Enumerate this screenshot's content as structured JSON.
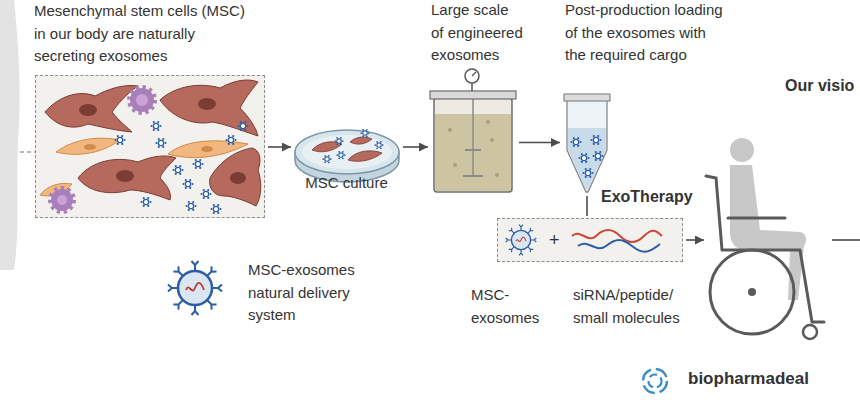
{
  "diagram": {
    "nodes": [
      {
        "text": [
          "Mesenchymal stem cells (MSC) in our body are naturally secreting exosomes"
        ]
      },
      {
        "text": [
          "MSC culture"
        ]
      },
      {
        "text": [
          "Large scale of engineered exosomes"
        ]
      },
      {
        "text": [
          "Post-production loading of the exosomes with the required cargo"
        ]
      },
      {
        "text": [
          "ExoTherapy",
          "+",
          "MSC- exosomes",
          "siRNA/peptide/ small molecules"
        ]
      },
      {
        "text": [
          "Our visio"
        ]
      }
    ],
    "edges": [
      {
        "from": 0,
        "to": 1,
        "arrow": "to"
      },
      {
        "from": 1,
        "to": 2,
        "arrow": "to"
      },
      {
        "from": 2,
        "to": 3,
        "arrow": "to"
      },
      {
        "from": 3,
        "to": 4,
        "arrow": "none"
      },
      {
        "from": 4,
        "to": 5,
        "arrow": "to"
      }
    ],
    "labels": [
      "biopharmadeal"
    ],
    "legend": [
      {
        "text": "MSC-exosomes natural delivery system"
      }
    ]
  }
}
